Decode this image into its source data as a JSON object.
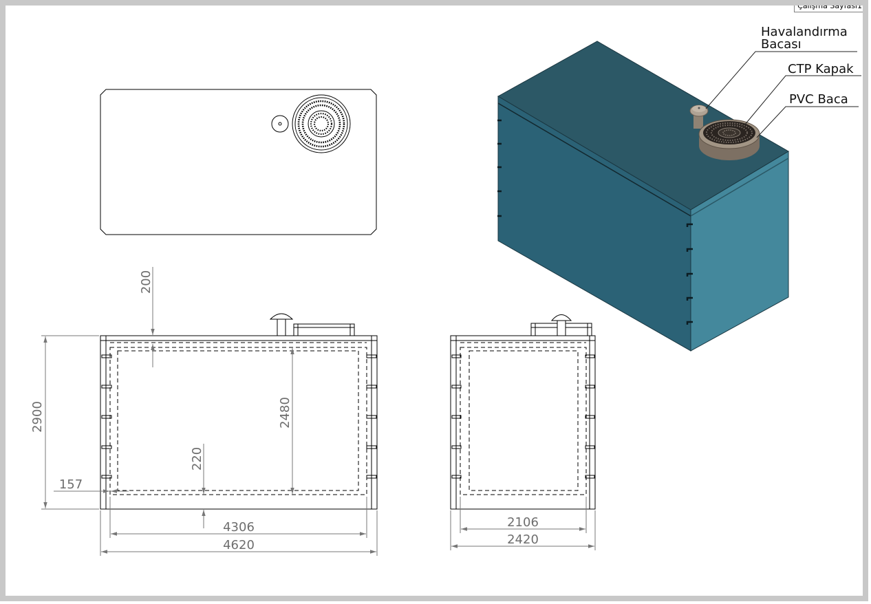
{
  "sheet_tab": "Çalışma Sayfası1",
  "callouts": {
    "vent_line1": "Havalandırma",
    "vent_line2": "Bacası",
    "ctp_cover": "CTP Kapak",
    "pvc_stack": "PVC Baca"
  },
  "dimensions": {
    "front_overall_width": "4620",
    "front_inner_width": "4306",
    "overall_height": "2900",
    "inner_height": "2480",
    "vent_height": "200",
    "bottom_thickness": "220",
    "wall_thickness": "157",
    "side_inner_width": "2106",
    "side_overall_width": "2420"
  },
  "colors": {
    "frame": "#c8c8c8",
    "line": "#000000",
    "dim_line": "#777777",
    "tank_top": "#2c5866",
    "tank_front": "#2b6276",
    "tank_side": "#44889c",
    "cover": "#9a8c7e"
  }
}
